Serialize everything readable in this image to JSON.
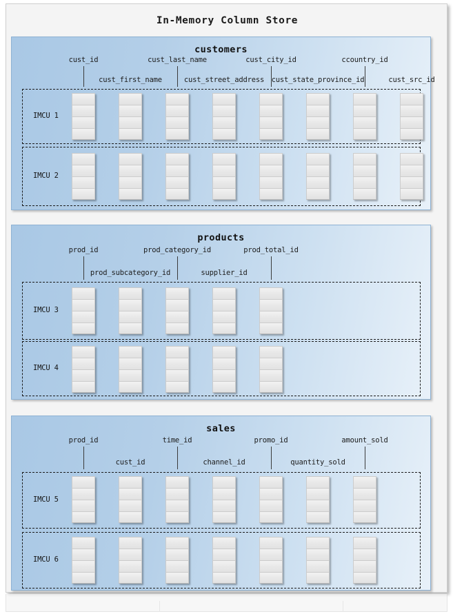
{
  "diagram": {
    "title": "In-Memory Column Store",
    "tables": [
      {
        "name": "customers",
        "columns": [
          "cust_id",
          "cust_first_name",
          "cust_last_name",
          "cust_street_address",
          "cust_city_id",
          "cust_state_province_id",
          "ccountry_id",
          "cust_src_id"
        ],
        "imcus": [
          "IMCU 1",
          "IMCU 2"
        ]
      },
      {
        "name": "products",
        "columns": [
          "prod_id",
          "prod_subcategory_id",
          "prod_category_id",
          "supplier_id",
          "prod_total_id"
        ],
        "imcus": [
          "IMCU 3",
          "IMCU 4"
        ]
      },
      {
        "name": "sales",
        "columns": [
          "prod_id",
          "cust_id",
          "time_id",
          "channel_id",
          "promo_id",
          "quantity_sold",
          "amount_sold"
        ],
        "imcus": [
          "IMCU 5",
          "IMCU 6"
        ]
      }
    ],
    "cells_per_column_block": 4,
    "colors": {
      "panel_background": "#f4f4f4",
      "table_gradient_start": "#a9c8e5",
      "table_gradient_end": "#e8f1f9",
      "table_border": "#8eb2d4",
      "imcu_border": "#1a1a1a",
      "cell_fill": "#ebebeb",
      "text": "#1a1a1a"
    }
  }
}
